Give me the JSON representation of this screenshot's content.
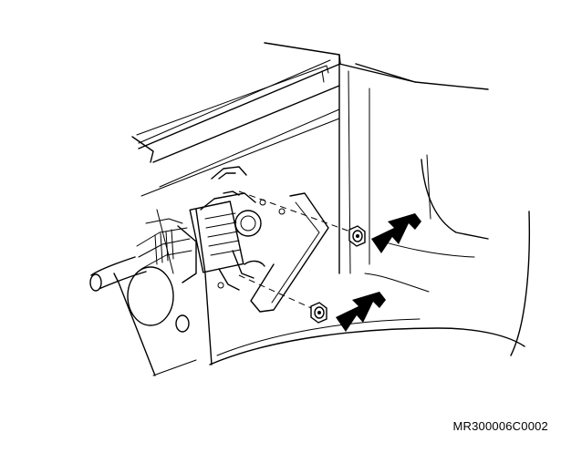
{
  "figure": {
    "reference_code": "MR300006C0002"
  },
  "icons": {
    "upper_arrow": "fastener-pointer-arrow",
    "lower_arrow": "fastener-pointer-arrow"
  },
  "colors": {
    "line": "#000000",
    "background": "#ffffff"
  }
}
